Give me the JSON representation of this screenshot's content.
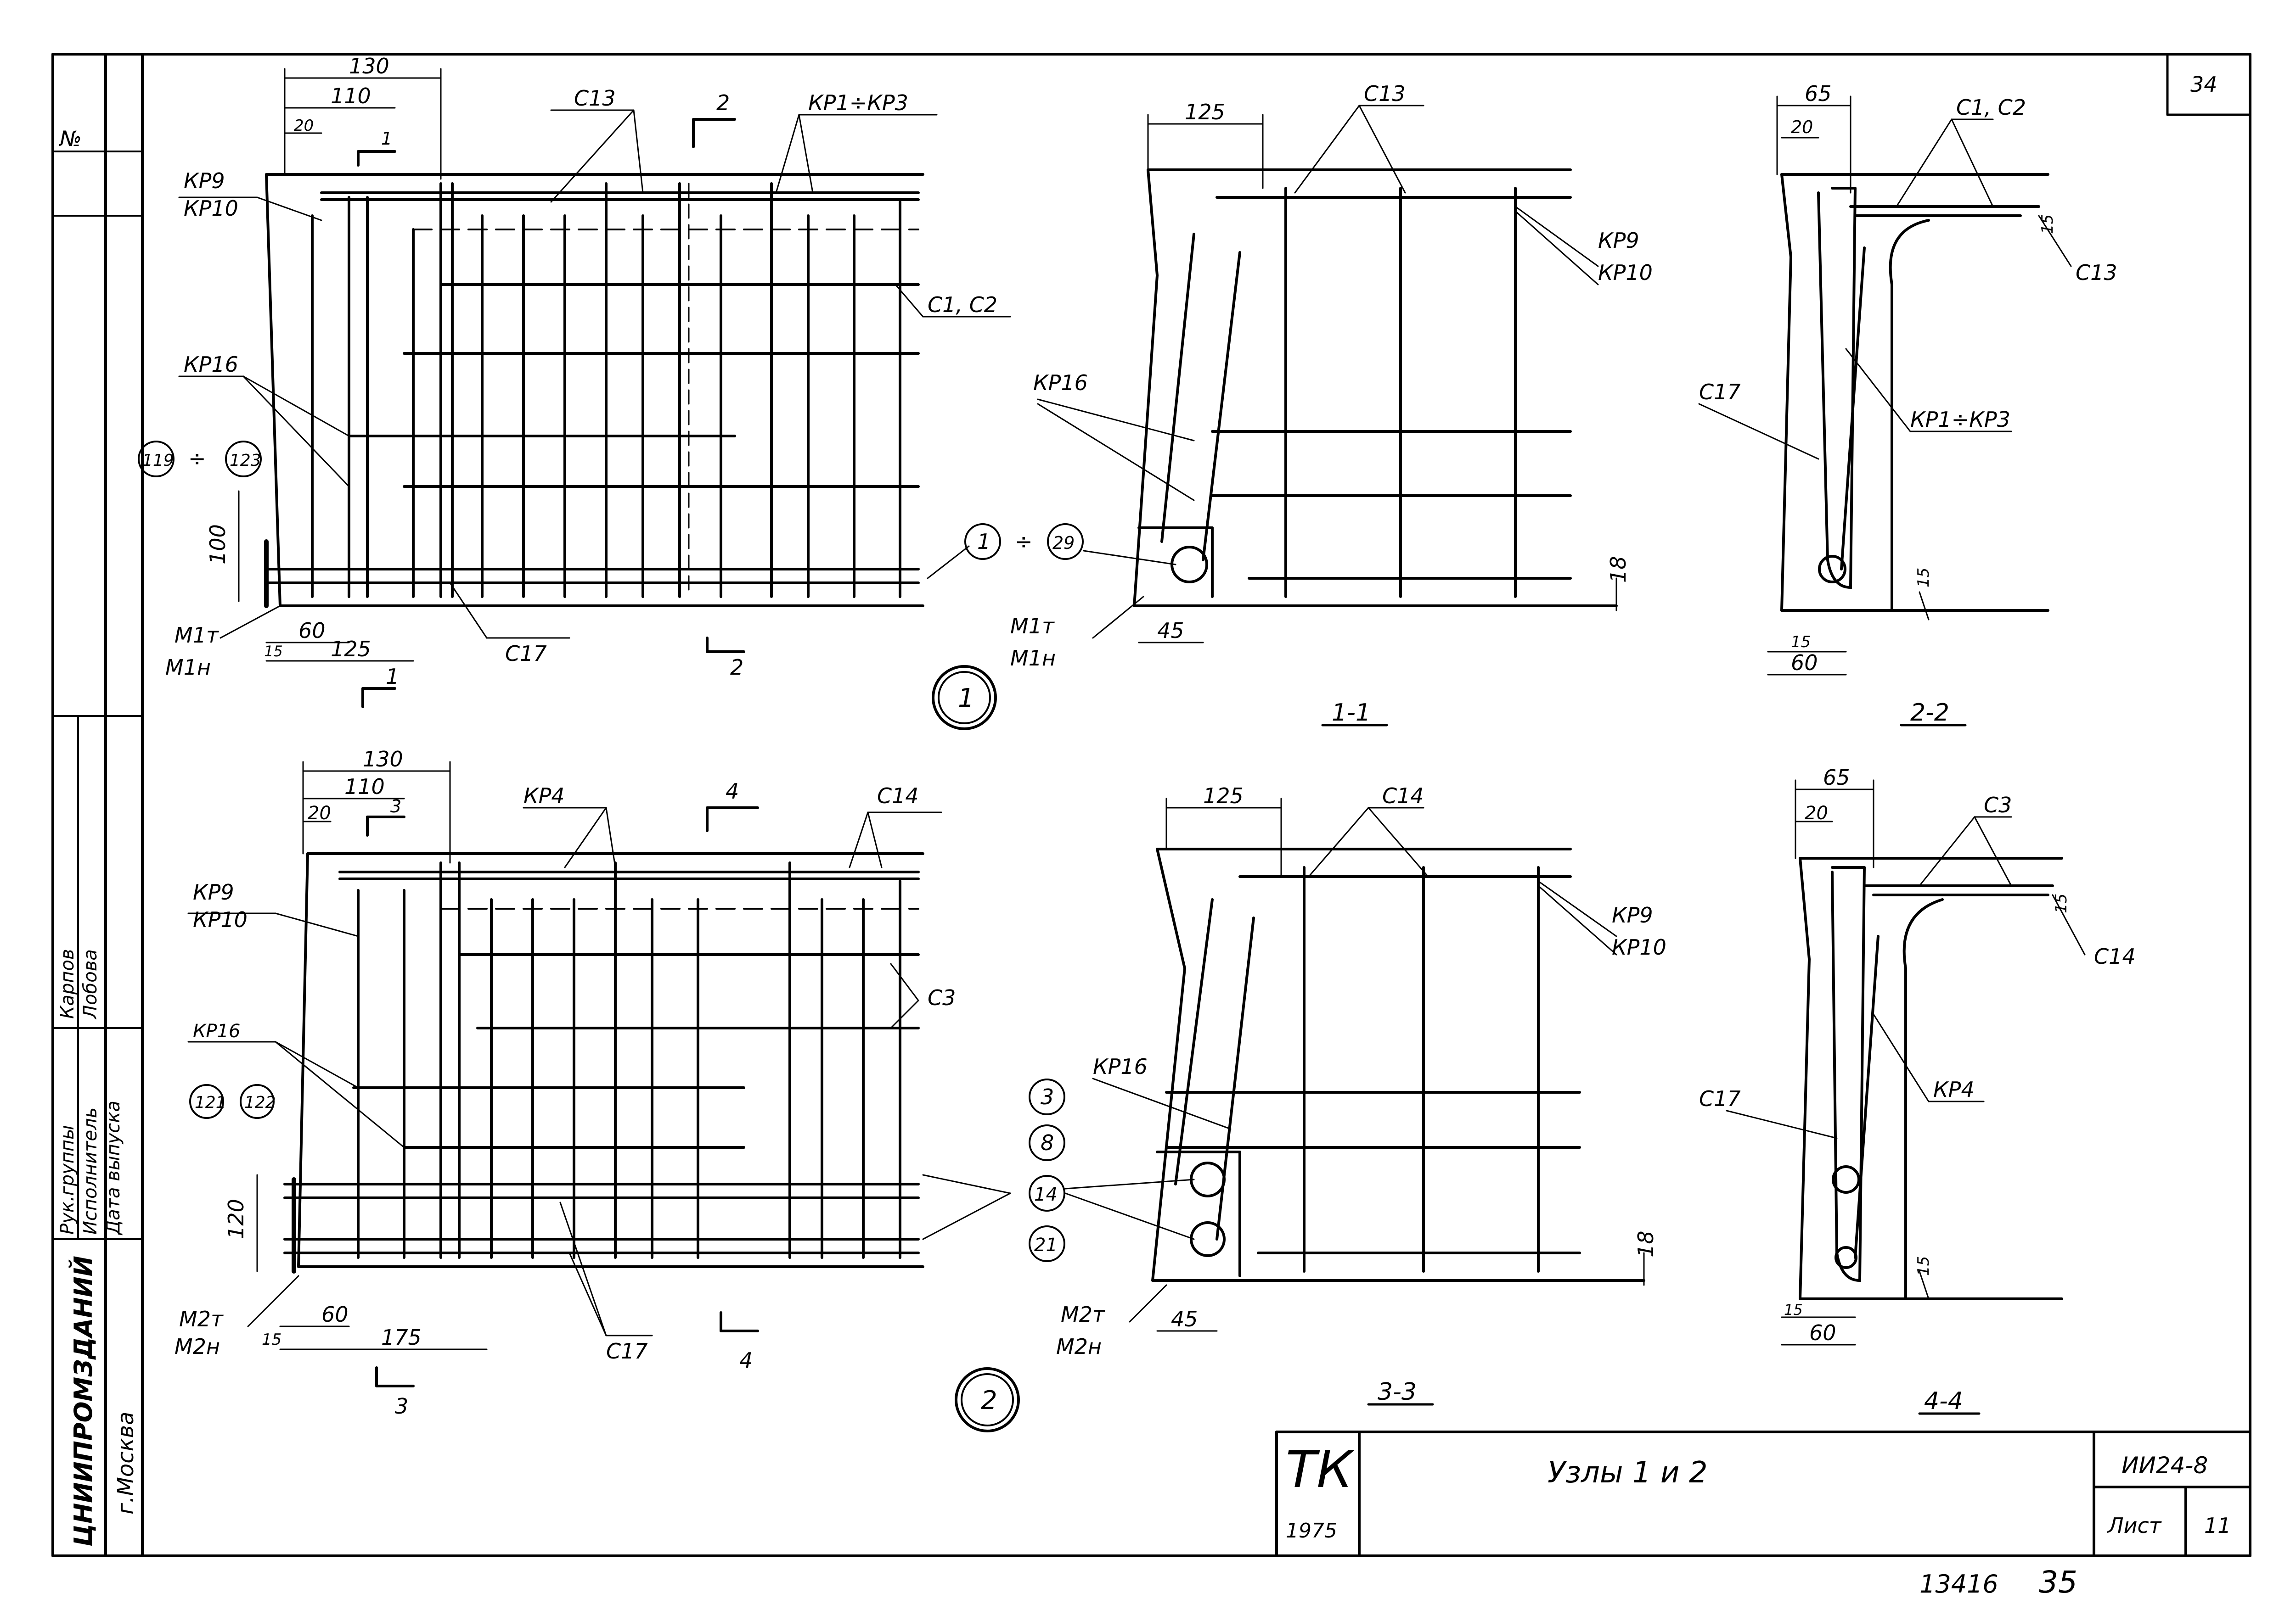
{
  "sheet_number_corner": "34",
  "left_strip": {
    "no_label": "№",
    "role_1": "Рук.группы",
    "role_2": "Исполнитель",
    "role_3": "Дата выпуска",
    "name_1": "Карпов",
    "name_2": "Лобова",
    "org": "ЦНИИПРОМЗДАНИЙ",
    "city": "г.Москва"
  },
  "node1": {
    "marker": "1",
    "dims": {
      "d130": "130",
      "d110": "110",
      "d20": "20",
      "d100": "100",
      "d60": "60",
      "d125": "125",
      "d15": "15"
    },
    "labels": {
      "c13": "C13",
      "kr1_kr3": "КР1÷КР3",
      "kr9": "КР9",
      "kr10": "КР10",
      "c1c2": "C1, C2",
      "kr16": "КР16",
      "c17": "C17",
      "m1t": "М1т",
      "m1n": "М1н",
      "ref_a": "119",
      "ref_b": "123",
      "range_a": "1",
      "range_b": "29",
      "divide": "÷",
      "cut1": "1",
      "cut2": "2"
    }
  },
  "section11": {
    "title": "1-1",
    "dims": {
      "d125": "125",
      "d45": "45",
      "d18": "18"
    },
    "labels": {
      "c13": "C13",
      "kr9": "КР9",
      "kr10": "КР10",
      "kr16": "КР16",
      "m1t": "М1т",
      "m1n": "М1н"
    }
  },
  "section22": {
    "title": "2-2",
    "dims": {
      "d65": "65",
      "d20": "20",
      "d15a": "15",
      "d15b": "15",
      "d15c": "15",
      "d60": "60"
    },
    "labels": {
      "c1c2": "C1, C2",
      "c13": "C13",
      "c17": "C17",
      "kr1_kr3": "КР1÷КР3"
    }
  },
  "node2": {
    "marker": "2",
    "dims": {
      "d130": "130",
      "d110": "110",
      "d20": "20",
      "d120": "120",
      "d60": "60",
      "d175": "175",
      "d15": "15"
    },
    "labels": {
      "kr4": "КР4",
      "c14": "C14",
      "kr9": "КР9",
      "kr10": "КР10",
      "c3": "C3",
      "kr16": "КР16",
      "c17": "C17",
      "m2t": "М2т",
      "m2n": "М2н",
      "ref_a": "121",
      "ref_b": "122",
      "cut3": "3",
      "cut4": "4"
    },
    "circles": [
      "3",
      "8",
      "14",
      "21"
    ]
  },
  "section33": {
    "title": "3-3",
    "dims": {
      "d125": "125",
      "d45": "45",
      "d18": "18"
    },
    "labels": {
      "c14": "C14",
      "kr9": "КР9",
      "kr10": "КР10",
      "kr16": "КР16",
      "m2t": "М2т",
      "m2n": "М2н"
    }
  },
  "section44": {
    "title": "4-4",
    "dims": {
      "d65": "65",
      "d20": "20",
      "d15a": "15",
      "d15b": "15",
      "d15c": "15",
      "d60": "60"
    },
    "labels": {
      "c3": "C3",
      "c14": "C14",
      "c17": "C17",
      "kr4": "КР4"
    }
  },
  "title_block": {
    "series": "ТК",
    "year": "1975",
    "title": "Узлы 1 и 2",
    "code": "ИИ24-8",
    "sheet_label": "Лист",
    "sheet_no": "11"
  },
  "footer": {
    "inventory": "13416",
    "page": "35"
  }
}
